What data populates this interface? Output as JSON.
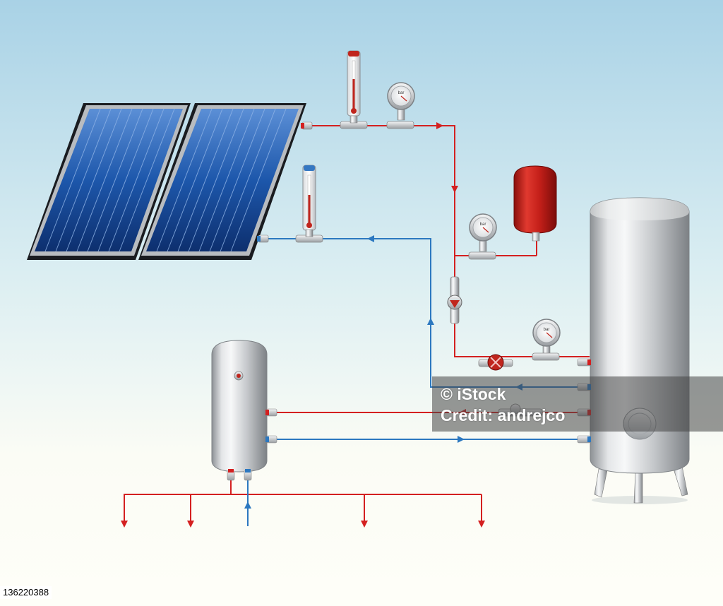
{
  "gauge_label": "bar",
  "watermark": {
    "line1": "© iStock",
    "line2": "Credit: andrejco"
  },
  "stock_id": "136220388",
  "colors": {
    "hot_pipe": "#d42020",
    "cold_pipe": "#2c78c0",
    "panel_blue": "#1a4f9c",
    "expansion_tank": "#c8201c",
    "steel": "#c9ccce"
  }
}
